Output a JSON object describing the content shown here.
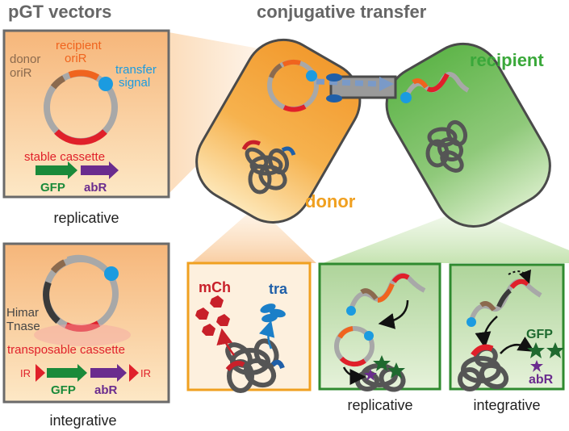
{
  "left_panel": {
    "heading": "pGT vectors",
    "replicative_box": {
      "donor_label_1": "donor",
      "donor_label_2": "oriR",
      "recipient_label_1": "recipient",
      "recipient_label_2": "oriR",
      "transfer_label_1": "transfer",
      "transfer_label_2": "signal",
      "cassette_label": "stable cassette",
      "gene_1": "GFP",
      "gene_2": "abR",
      "caption": "replicative"
    },
    "integrative_box": {
      "himar_label_1": "Himar",
      "himar_label_2": "Tnase",
      "cassette_label": "transposable cassette",
      "ir_left": "IR",
      "ir_right": "IR",
      "gene_1": "GFP",
      "gene_2": "abR",
      "caption": "integrative"
    }
  },
  "right_panel": {
    "heading": "conjugative transfer",
    "recipient_label": "recipient",
    "donor_label": "donor",
    "donor_zoom": {
      "label_mch": "mCh",
      "label_tra": "tra"
    },
    "replicative_zoom": {
      "caption": "replicative"
    },
    "integrative_zoom": {
      "caption": "integrative",
      "gene_1": "GFP",
      "gene_2": "abR"
    }
  },
  "colors": {
    "orange_text": "#f0a020",
    "green_text": "#3aa83a",
    "red": "#e0202a",
    "blue": "#1b9be0",
    "dark_blue": "#1f5fa8",
    "green_gene": "#1a8a3a",
    "purple_gene": "#6a2c8e",
    "grey_dna": "#5a5a5a"
  }
}
